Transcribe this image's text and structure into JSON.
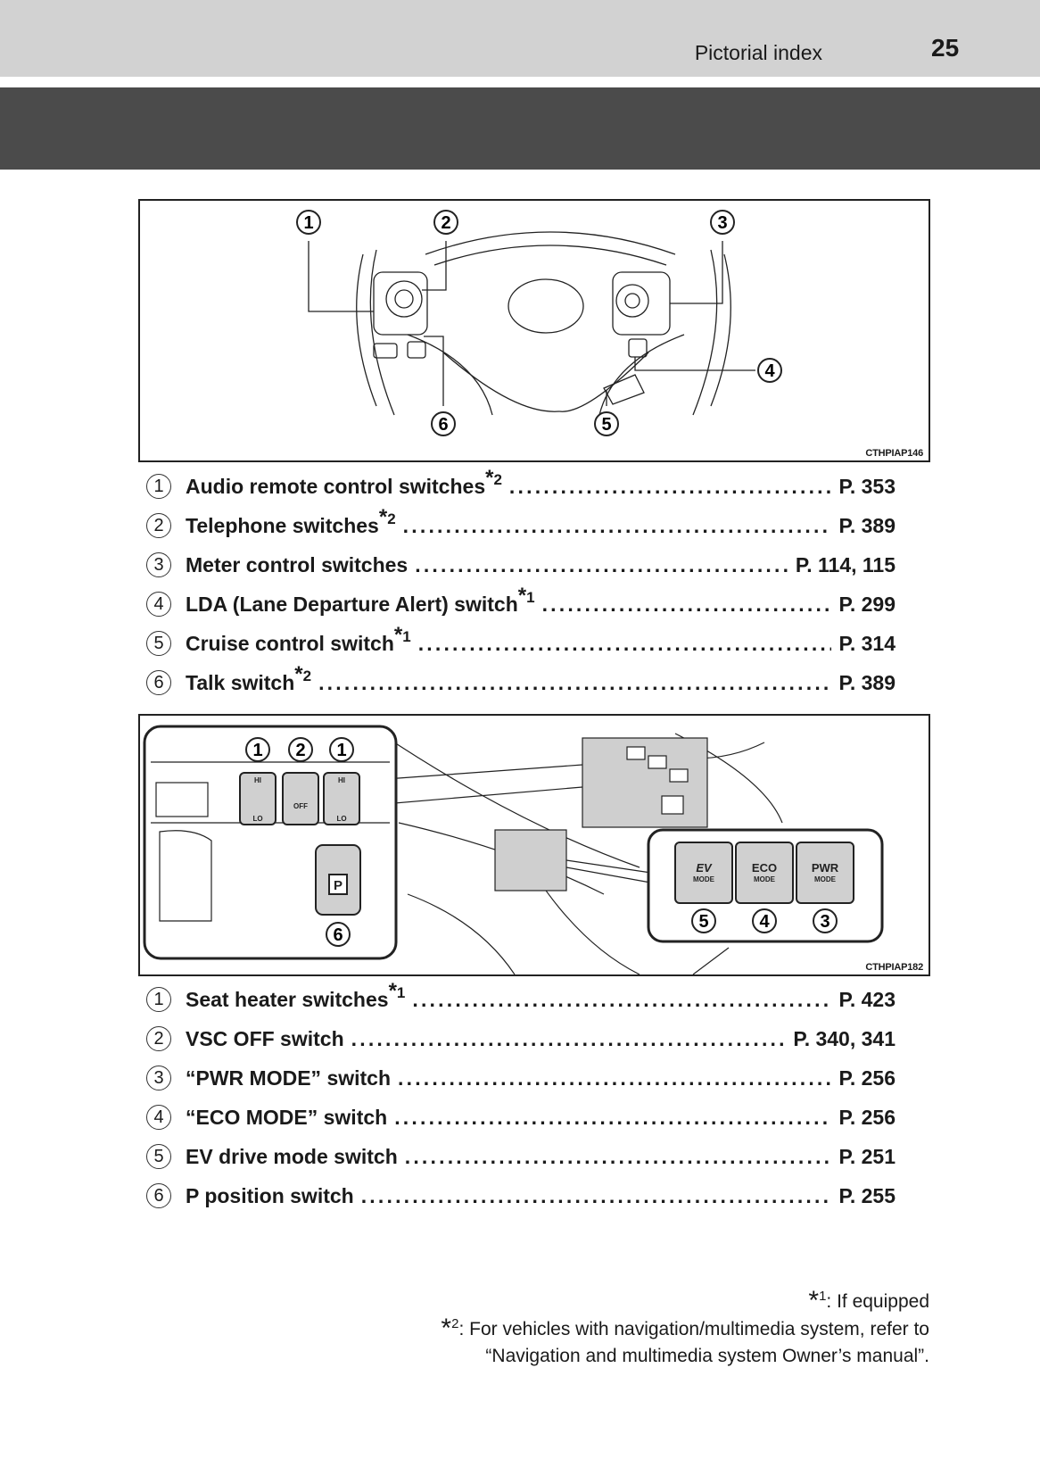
{
  "header": {
    "section_title": "Pictorial index",
    "page_number": "25"
  },
  "figure1": {
    "code": "CTHPIAP146",
    "callouts": [
      "1",
      "2",
      "3",
      "4",
      "5",
      "6"
    ]
  },
  "list1": [
    {
      "num": "1",
      "label": "Audio remote control switches",
      "note": "2",
      "page": "P. 353"
    },
    {
      "num": "2",
      "label": "Telephone switches",
      "note": "2",
      "page": "P. 389"
    },
    {
      "num": "3",
      "label": "Meter control switches",
      "note": "",
      "page": "P. 114, 115"
    },
    {
      "num": "4",
      "label": "LDA (Lane Departure Alert) switch",
      "note": "1",
      "page": "P. 299"
    },
    {
      "num": "5",
      "label": "Cruise control switch",
      "note": "1",
      "page": "P. 314"
    },
    {
      "num": "6",
      "label": "Talk switch",
      "note": "2",
      "page": "P. 389"
    }
  ],
  "figure2": {
    "code": "CTHPIAP182",
    "callouts": [
      "1",
      "2",
      "1",
      "6",
      "5",
      "4",
      "3"
    ],
    "button_labels": {
      "ev": "EV",
      "eco": "ECO",
      "pwr": "PWR",
      "mode": "MODE",
      "p": "P",
      "hi": "HI",
      "lo": "LO",
      "off": "OFF"
    }
  },
  "list2": [
    {
      "num": "1",
      "label": "Seat heater switches",
      "note": "1",
      "page": "P. 423"
    },
    {
      "num": "2",
      "label": "VSC OFF switch",
      "note": "",
      "page": "P. 340, 341"
    },
    {
      "num": "3",
      "label": "“PWR MODE” switch",
      "note": "",
      "page": "P. 256"
    },
    {
      "num": "4",
      "label": "“ECO MODE” switch",
      "note": "",
      "page": "P. 256"
    },
    {
      "num": "5",
      "label": "EV drive mode switch",
      "note": "",
      "page": "P. 251"
    },
    {
      "num": "6",
      "label": "P position switch",
      "note": "",
      "page": "P. 255"
    }
  ],
  "footnotes": {
    "fn1_mark": "*",
    "fn1_num": "1",
    "fn1_text": ": If equipped",
    "fn2_mark": "*",
    "fn2_num": "2",
    "fn2_text": ": For vehicles with navigation/multimedia system, refer to",
    "fn2_text2": "“Navigation and multimedia system Owner’s manual”."
  }
}
